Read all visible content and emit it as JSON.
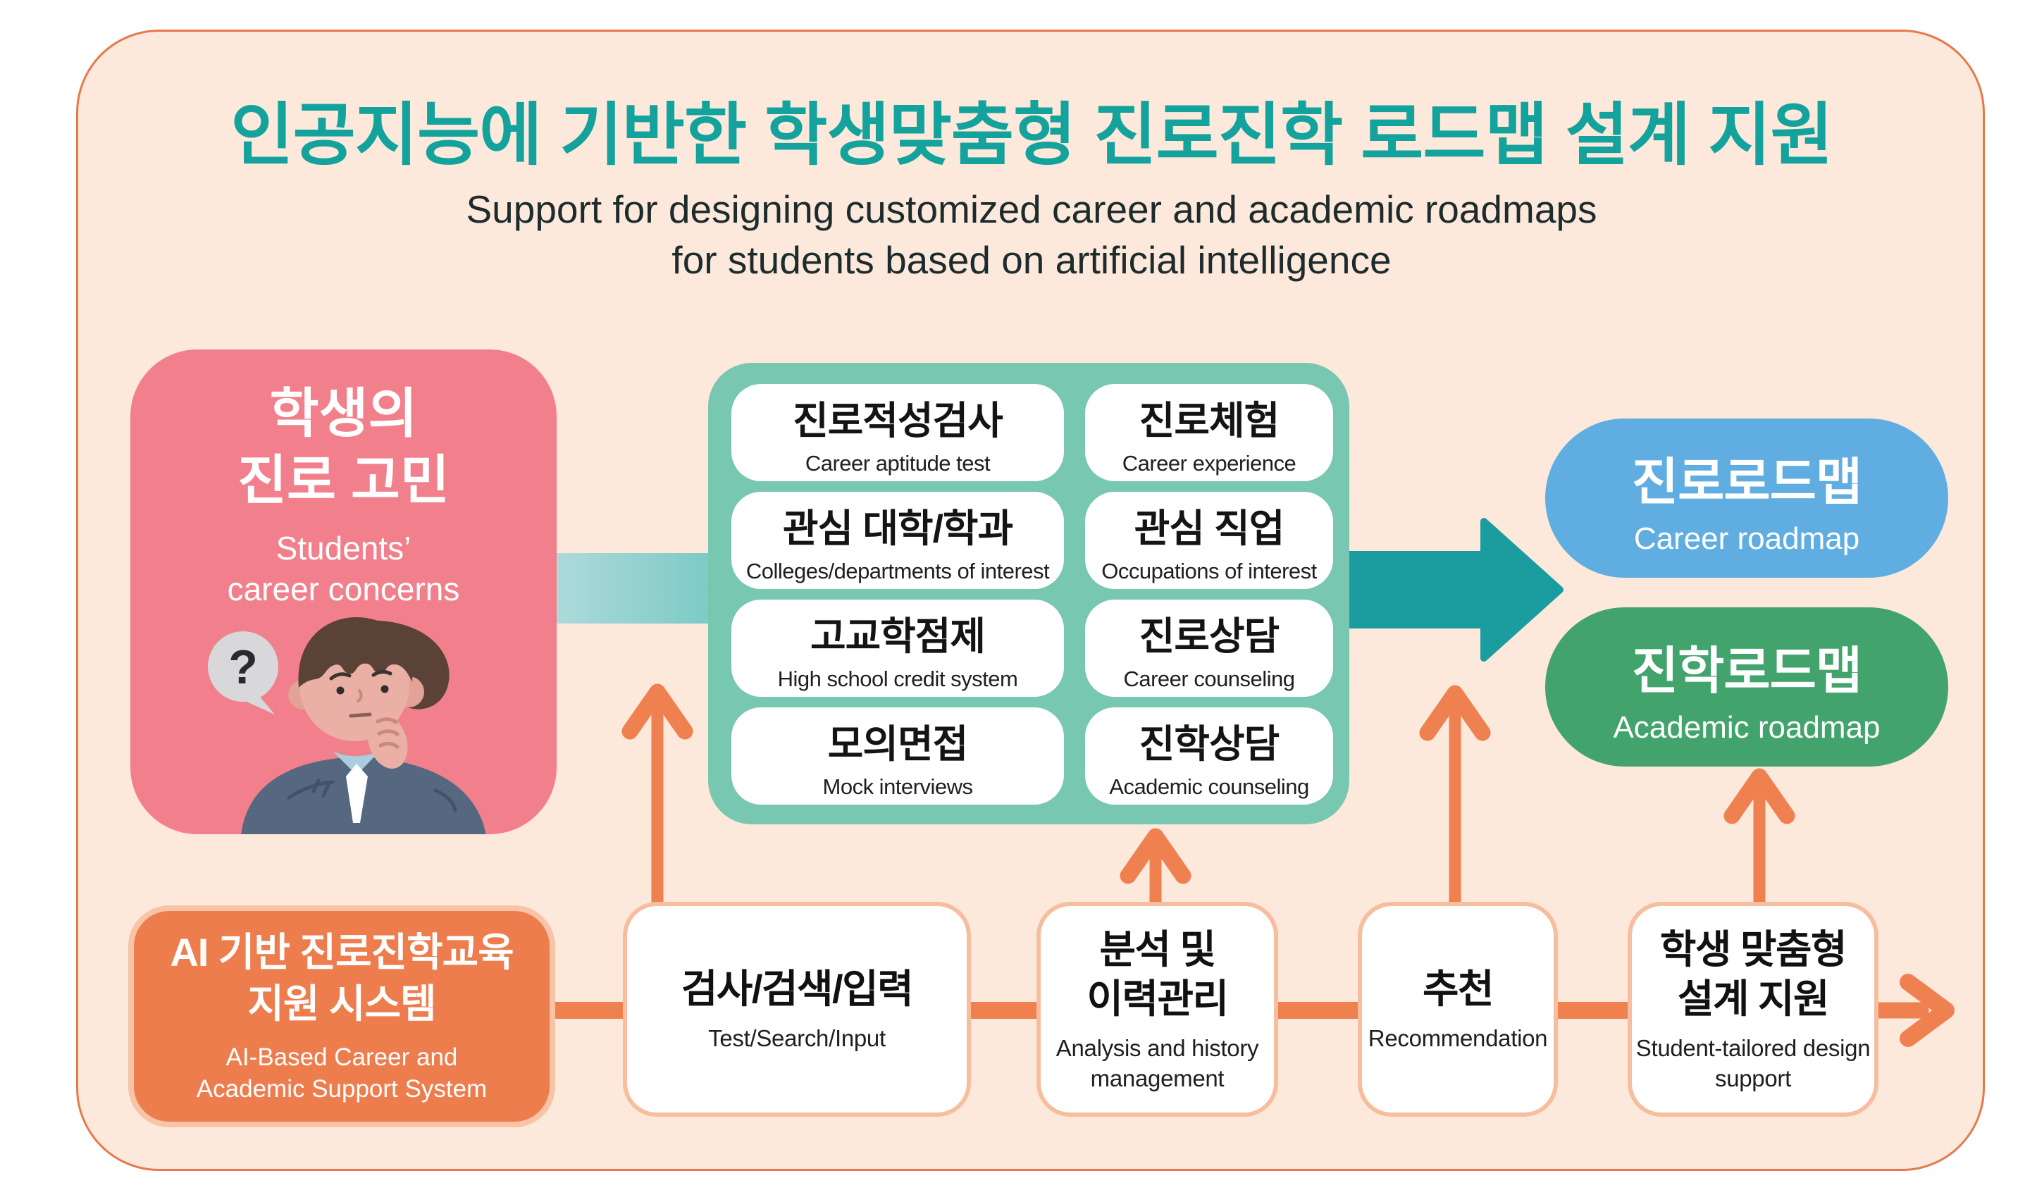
{
  "header": {
    "title": "인공지능에 기반한 학생맞춤형 진로진학 로드맵 설계 지원",
    "subtitle_lines": [
      "Support for designing customized career and academic roadmaps",
      "for students based on artificial intelligence"
    ]
  },
  "student_box": {
    "title_lines": [
      "학생의",
      "진로 고민"
    ],
    "subtitle_lines": [
      "Students’",
      "career concerns"
    ],
    "bubble_glyph": "?"
  },
  "services": {
    "cards": [
      {
        "ko": "진로적성검사",
        "en": "Career aptitude test"
      },
      {
        "ko": "진로체험",
        "en": "Career experience"
      },
      {
        "ko": "관심 대학/학과",
        "en": "Colleges/departments of interest"
      },
      {
        "ko": "관심 직업",
        "en": "Occupations of interest"
      },
      {
        "ko": "고교학점제",
        "en": "High school credit system"
      },
      {
        "ko": "진로상담",
        "en": "Career counseling"
      },
      {
        "ko": "모의면접",
        "en": "Mock interviews"
      },
      {
        "ko": "진학상담",
        "en": "Academic counseling"
      }
    ]
  },
  "outputs": {
    "career": {
      "ko": "진로로드맵",
      "en": "Career roadmap"
    },
    "academic": {
      "ko": "진학로드맵",
      "en": "Academic roadmap"
    }
  },
  "flow": {
    "ai_box": {
      "ko_lines": [
        "AI 기반 진로진학교육",
        "지원 시스템"
      ],
      "en_lines": [
        "AI-Based Career and",
        "Academic Support System"
      ]
    },
    "steps": [
      {
        "ko_lines": [
          "검사/검색/입력"
        ],
        "en_lines": [
          "Test/Search/Input"
        ]
      },
      {
        "ko_lines": [
          "분석 및",
          "이력관리"
        ],
        "en_lines": [
          "Analysis and history",
          "management"
        ]
      },
      {
        "ko_lines": [
          "추천"
        ],
        "en_lines": [
          "Recommendation"
        ]
      },
      {
        "ko_lines": [
          "학생 맞춤형",
          "설계 지원"
        ],
        "en_lines": [
          "Student-tailored design",
          "support"
        ]
      }
    ]
  },
  "colors": {
    "background": "#FCE9DC",
    "outer_border": "#E8784B",
    "title_teal": "#13A29C",
    "student_pink": "#F2808C",
    "services_panel_teal": "#78C7B0",
    "flow_arrow_dark_teal": "#1B9C9E",
    "career_blue": "#60ADE1",
    "academic_green": "#42A36C",
    "ai_orange": "#EE7D4E",
    "orange_arrow": "#EF8151",
    "light_orange_border": "#F7BE9E"
  }
}
